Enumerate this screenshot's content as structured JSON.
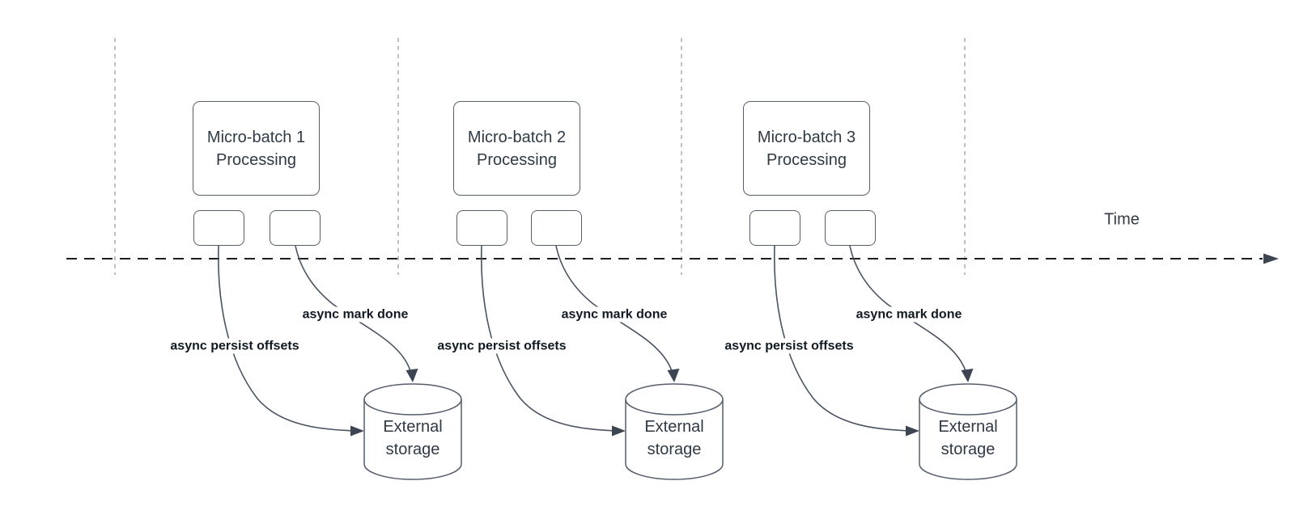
{
  "diagram": {
    "kind": "timeline flow diagram",
    "time_axis_label": "Time",
    "batches": [
      {
        "box_title": "Micro-batch 1\nProcessing",
        "persist_label": "async persist offsets",
        "mark_label": "async mark done",
        "storage_label": "External\nstorage"
      },
      {
        "box_title": "Micro-batch 2\nProcessing",
        "persist_label": "async persist offsets",
        "mark_label": "async mark done",
        "storage_label": "External\nstorage"
      },
      {
        "box_title": "Micro-batch 3\nProcessing",
        "persist_label": "async persist offsets",
        "mark_label": "async mark done",
        "storage_label": "External\nstorage"
      }
    ],
    "colors": {
      "background": "#ffffff",
      "shape_border": "#565e6b",
      "shape_fill": "#ffffff",
      "curve_stroke": "#4a5360",
      "arrowhead_fill": "#3d4552",
      "time_axis": "#1e1e1e",
      "interval_guides": "#a9adb0",
      "box_text": "#2f3a45",
      "bold_label_text": "#111a22"
    }
  }
}
